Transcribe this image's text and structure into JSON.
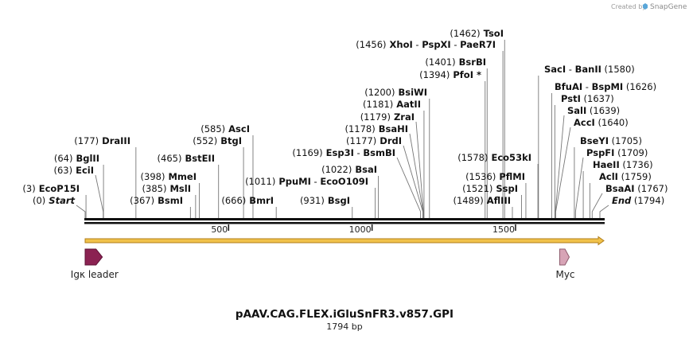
{
  "credit": {
    "prefix": "Created by",
    "brand": "SnapGene"
  },
  "plasmid": {
    "name": "pAAV.CAG.FLEX.iGluSnFR3.v857.GPI",
    "length_label": "1794 bp",
    "length": 1794
  },
  "ruler": {
    "ticks": [
      {
        "value": 500,
        "label": "500"
      },
      {
        "value": 1000,
        "label": "1000"
      },
      {
        "value": 1500,
        "label": "1500"
      }
    ]
  },
  "sites": [
    {
      "id": "start",
      "parts": [
        [
          "(0)",
          "pos"
        ],
        [
          "Start",
          "nmi"
        ]
      ],
      "pos": 0
    },
    {
      "id": "ecop15i",
      "parts": [
        [
          "(3)",
          "pos"
        ],
        [
          "EcoP15I",
          "nm"
        ]
      ],
      "pos": 3
    },
    {
      "id": "ecii",
      "parts": [
        [
          "(63)",
          "pos"
        ],
        [
          "EciI",
          "nm"
        ]
      ],
      "pos": 63
    },
    {
      "id": "bgiii",
      "parts": [
        [
          "(64)",
          "pos"
        ],
        [
          "BglII",
          "nm"
        ]
      ],
      "pos": 64
    },
    {
      "id": "draiii",
      "parts": [
        [
          "(177)",
          "pos"
        ],
        [
          "DraIII",
          "nm"
        ]
      ],
      "pos": 177
    },
    {
      "id": "bsmi",
      "parts": [
        [
          "(367)",
          "pos"
        ],
        [
          "BsmI",
          "nm"
        ]
      ],
      "pos": 367
    },
    {
      "id": "msli",
      "parts": [
        [
          "(385)",
          "pos"
        ],
        [
          "MslI",
          "nm"
        ]
      ],
      "pos": 385
    },
    {
      "id": "mmei",
      "parts": [
        [
          "(398)",
          "pos"
        ],
        [
          "MmeI",
          "nm"
        ]
      ],
      "pos": 398
    },
    {
      "id": "bsteii",
      "parts": [
        [
          "(465)",
          "pos"
        ],
        [
          "BstEII",
          "nm"
        ]
      ],
      "pos": 465
    },
    {
      "id": "btgi",
      "parts": [
        [
          "(552)",
          "pos"
        ],
        [
          "BtgI",
          "nm"
        ]
      ],
      "pos": 552
    },
    {
      "id": "asci",
      "parts": [
        [
          "(585)",
          "pos"
        ],
        [
          "AscI",
          "nm"
        ]
      ],
      "pos": 585
    },
    {
      "id": "bmri",
      "parts": [
        [
          "(666)",
          "pos"
        ],
        [
          "BmrI",
          "nm"
        ]
      ],
      "pos": 666
    },
    {
      "id": "ppumi",
      "parts": [
        [
          "(1011)",
          "pos"
        ],
        [
          "PpuMI",
          "nm"
        ],
        [
          " - ",
          "pos"
        ],
        [
          "EcoO109I",
          "nm"
        ]
      ],
      "pos": 1011
    },
    {
      "id": "bsgi",
      "parts": [
        [
          "(931)",
          "pos"
        ],
        [
          "BsgI",
          "nm"
        ]
      ],
      "pos": 931
    },
    {
      "id": "bsai",
      "parts": [
        [
          "(1022)",
          "pos"
        ],
        [
          "BsaI",
          "nm"
        ]
      ],
      "pos": 1022
    },
    {
      "id": "esp3i",
      "parts": [
        [
          "(1169)",
          "pos"
        ],
        [
          "Esp3I",
          "nm"
        ],
        [
          " - ",
          "pos"
        ],
        [
          "BsmBI",
          "nm"
        ]
      ],
      "pos": 1169
    },
    {
      "id": "drdi",
      "parts": [
        [
          "(1177)",
          "pos"
        ],
        [
          "DrdI",
          "nm"
        ]
      ],
      "pos": 1177
    },
    {
      "id": "bsahi",
      "parts": [
        [
          "(1178)",
          "pos"
        ],
        [
          "BsaHI",
          "nm"
        ]
      ],
      "pos": 1178
    },
    {
      "id": "zrai",
      "parts": [
        [
          "(1179)",
          "pos"
        ],
        [
          "ZraI",
          "nm"
        ]
      ],
      "pos": 1179
    },
    {
      "id": "aatii",
      "parts": [
        [
          "(1181)",
          "pos"
        ],
        [
          "AatII",
          "nm"
        ]
      ],
      "pos": 1181
    },
    {
      "id": "bsiwi",
      "parts": [
        [
          "(1200)",
          "pos"
        ],
        [
          "BsiWI",
          "nm"
        ]
      ],
      "pos": 1200
    },
    {
      "id": "pfoi",
      "parts": [
        [
          "(1394)",
          "pos"
        ],
        [
          "PfoI *",
          "nm"
        ]
      ],
      "pos": 1394
    },
    {
      "id": "bsrbi",
      "parts": [
        [
          "(1401)",
          "pos"
        ],
        [
          "BsrBI",
          "nm"
        ]
      ],
      "pos": 1401
    },
    {
      "id": "xhoi",
      "parts": [
        [
          "(1456)",
          "pos"
        ],
        [
          "XhoI",
          "nm"
        ],
        [
          " - ",
          "pos"
        ],
        [
          "PspXI",
          "nm"
        ],
        [
          " - ",
          "pos"
        ],
        [
          "PaeR7I",
          "nm"
        ]
      ],
      "pos": 1456
    },
    {
      "id": "tsoi",
      "parts": [
        [
          "(1462)",
          "pos"
        ],
        [
          "TsoI",
          "nm"
        ]
      ],
      "pos": 1462
    },
    {
      "id": "afliii",
      "parts": [
        [
          "(1489)",
          "pos"
        ],
        [
          "AflIII",
          "nm"
        ]
      ],
      "pos": 1489
    },
    {
      "id": "sspi",
      "parts": [
        [
          "(1521)",
          "pos"
        ],
        [
          "SspI",
          "nm"
        ]
      ],
      "pos": 1521
    },
    {
      "id": "pflmi",
      "parts": [
        [
          "(1536)",
          "pos"
        ],
        [
          "PflMI",
          "nm"
        ]
      ],
      "pos": 1536
    },
    {
      "id": "eco53ki",
      "parts": [
        [
          "(1578)",
          "pos"
        ],
        [
          "Eco53kI",
          "nm"
        ]
      ],
      "pos": 1578
    },
    {
      "id": "saci",
      "parts": [
        [
          "SacI",
          "nm"
        ],
        [
          " - ",
          "pos"
        ],
        [
          "BanII",
          "nm"
        ],
        [
          "  (1580)",
          "pos"
        ]
      ],
      "pos": 1580
    },
    {
      "id": "bfuai",
      "parts": [
        [
          "BfuAI",
          "nm"
        ],
        [
          " - ",
          "pos"
        ],
        [
          "BspMI",
          "nm"
        ],
        [
          "  (1626)",
          "pos"
        ]
      ],
      "pos": 1626
    },
    {
      "id": "psti",
      "parts": [
        [
          "PstI",
          "nm"
        ],
        [
          "  (1637)",
          "pos"
        ]
      ],
      "pos": 1637
    },
    {
      "id": "sali",
      "parts": [
        [
          "SalI",
          "nm"
        ],
        [
          "  (1639)",
          "pos"
        ]
      ],
      "pos": 1639
    },
    {
      "id": "acci",
      "parts": [
        [
          "AccI",
          "nm"
        ],
        [
          "  (1640)",
          "pos"
        ]
      ],
      "pos": 1640
    },
    {
      "id": "bseyi",
      "parts": [
        [
          "BseYI",
          "nm"
        ],
        [
          "  (1705)",
          "pos"
        ]
      ],
      "pos": 1705
    },
    {
      "id": "pspfi",
      "parts": [
        [
          "PspFI",
          "nm"
        ],
        [
          "  (1709)",
          "pos"
        ]
      ],
      "pos": 1709
    },
    {
      "id": "haeii",
      "parts": [
        [
          "HaeII",
          "nm"
        ],
        [
          "  (1736)",
          "pos"
        ]
      ],
      "pos": 1736
    },
    {
      "id": "acli",
      "parts": [
        [
          "AclI",
          "nm"
        ],
        [
          "  (1759)",
          "pos"
        ]
      ],
      "pos": 1759
    },
    {
      "id": "bsaai",
      "parts": [
        [
          "BsaAI",
          "nm"
        ],
        [
          "  (1767)",
          "pos"
        ]
      ],
      "pos": 1767
    },
    {
      "id": "end",
      "parts": [
        [
          "End",
          "nmi"
        ],
        [
          "  (1794)",
          "pos"
        ]
      ],
      "pos": 1794
    }
  ],
  "features": [
    {
      "id": "igk",
      "name": "Igκ leader",
      "start": 0,
      "end": 60,
      "color": "#8b2252",
      "stroke": "#5e1236"
    },
    {
      "id": "myc",
      "name": "Myc",
      "start": 1654,
      "end": 1684,
      "color": "#d7a4b6",
      "stroke": "#8e5b6e"
    }
  ],
  "colors": {
    "backbone": "#111111",
    "orf_fill": "#f1c24a",
    "orf_stroke": "#b07d1a"
  }
}
